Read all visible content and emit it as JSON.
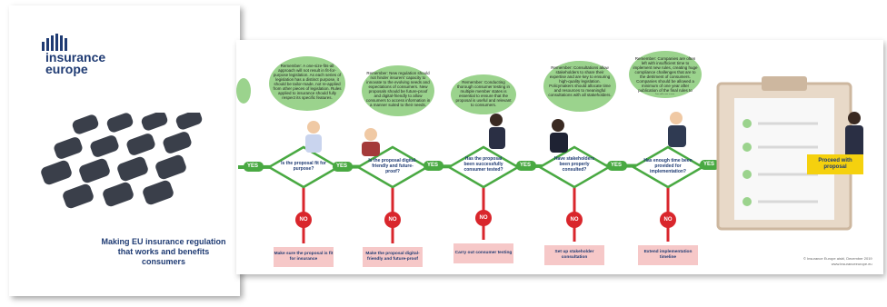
{
  "cover": {
    "logo_line1": "insurance",
    "logo_line2": "europe",
    "title": "Making EU insurance regulation that works and benefits consumers"
  },
  "flow": {
    "steps": [
      {
        "remember": "Remember: A one-size-fits-all approach will not result in fit-for-purpose legislation. As each series of legislation has a distinct purpose, it should be tailor-made, not re-applied from other pieces of legislation. Rules applied to insurance should fully respect its specific features.",
        "question": "Is the proposal fit for purpose?",
        "action": "Make sure the proposal is fit for insurance"
      },
      {
        "remember": "Remember: New regulation should not hinder insurers' capacity to innovate to the evolving needs and expectations of consumers. New proposals should be future-proof and digital-friendly to allow consumers to access information in a manner suited to their needs.",
        "question": "Is the proposal digital-friendly and future-proof?",
        "action": "Make the proposal digital-friendly and future-proof"
      },
      {
        "remember": "Remember: Conducting thorough consumer testing in multiple member states is essential to ensure that the proposal is useful and relevant to consumers.",
        "question": "Has the proposal been successfully consumer tested?",
        "action": "Carry out consumer testing"
      },
      {
        "remember": "Remember: Consultations allow stakeholders to share their expertise and are key to ensuring high-quality legislation. Policymakers should allocate time and resources to meaningful consultations with all stakeholders.",
        "question": "Have stakeholders been properly consulted?",
        "action": "Set up stakeholder consultation"
      },
      {
        "remember": "Remember: Companies are often left with insufficient time to implement new rules, creating huge compliance challenges that are to the detriment of consumers. Companies should be allowed a minimum of one year after publication of the final rules to implement.",
        "question": "Has enough time been provided for implementation?",
        "action": "Extend implementation timeline"
      }
    ],
    "yes_label": "YES",
    "no_label": "NO",
    "final": "Proceed with proposal",
    "copyright": "© Insurance Europe aisbl, December 2019",
    "website": "www.insuranceeurope.eu"
  }
}
